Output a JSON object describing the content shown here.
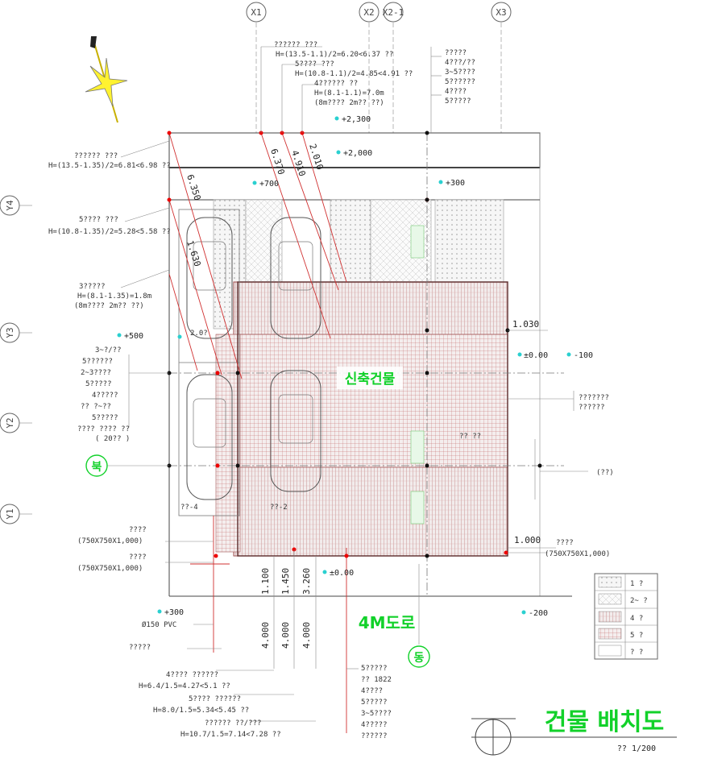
{
  "drawing": {
    "title": "건물 배치도",
    "scale": "?? 1/200",
    "building_label": "신축건물",
    "road_label": "4M도로",
    "west_marker": "북",
    "south_marker": "동"
  },
  "grid": {
    "top": [
      "X1",
      "X2",
      "X2-1",
      "X3"
    ],
    "left": [
      "Y4",
      "Y3",
      "Y2",
      "Y1"
    ]
  },
  "levels": {
    "l_2300": "+2,300",
    "l_2000": "+2,000",
    "l_700": "+700",
    "l_300": "+300",
    "l_500": "+500",
    "l_0a": "±0.00",
    "l_m100": "-100",
    "l_0b": "±0.00",
    "l_300b": "+300",
    "l_m200": "-200"
  },
  "notes": {
    "top_center": [
      "?????? ???",
      "H=(13.5-1.1)/2=6.20<6.37 ??",
      "5???? ???",
      "H=(10.8-1.1)/2=4.85<4.91 ??",
      "4?????? ??",
      "H=(8.1-1.1)=7.0m",
      "(8m???? 2m?? ??)"
    ],
    "top_right": [
      "?????",
      "4???/??",
      "3~5????",
      "5??????",
      "4????",
      "5?????"
    ],
    "left_1": [
      "?????? ???",
      "H=(13.5-1.35)/2=6.81<6.98 ??"
    ],
    "left_2": [
      "5???? ???",
      "H=(10.8-1.35)/2=5.28<5.58 ??"
    ],
    "left_3": [
      "3?????",
      "H=(8.1-1.35)=1.8m",
      "(8m???? 2m?? ??)"
    ],
    "left_list": [
      "3~?/??",
      "5??????",
      "2~3????",
      "5?????",
      "4?????",
      "??  ?~??",
      "5?????",
      "???? ???? ??",
      "( 20?? )"
    ],
    "right_1": [
      "???????",
      "??????"
    ],
    "right_2": "(??)",
    "bottom_left_1": [
      "????",
      "(750X750X1,000)"
    ],
    "bottom_left_2": [
      "????",
      "(750X750X1,000)"
    ],
    "bottom_right": [
      "????",
      "(750X750X1,000)"
    ],
    "pipe": [
      "Ø150 PVC",
      "?????"
    ],
    "bottom_h": [
      "4???? ??????",
      "H=6.4/1.5=4.27<5.1 ??",
      "5???? ??????",
      "H=8.0/1.5=5.34<5.45 ??",
      "?????? ??/???",
      "H=10.7/1.5=7.14<7.28 ??"
    ],
    "bottom_center": [
      "5?????",
      "??  1822",
      "4????",
      "5?????",
      "3~5????",
      "4?????",
      "??????"
    ],
    "misc_a": "??-4",
    "misc_b": "??-2",
    "misc_c": "2.0?",
    "misc_d": "?? ??"
  },
  "dims": {
    "diag": [
      "6.350",
      "6.370",
      "4.910",
      "2.010",
      "1.630"
    ],
    "right_top": "1.030",
    "right_bot": "1.000",
    "bottom": [
      "1.100",
      "1.450",
      "3.260"
    ],
    "bottom2": [
      "4.000",
      "4.000",
      "4.000"
    ]
  },
  "legend": {
    "rows": [
      "1 ?",
      "2~ ?",
      "4 ?",
      "5 ?",
      "? ?"
    ]
  }
}
